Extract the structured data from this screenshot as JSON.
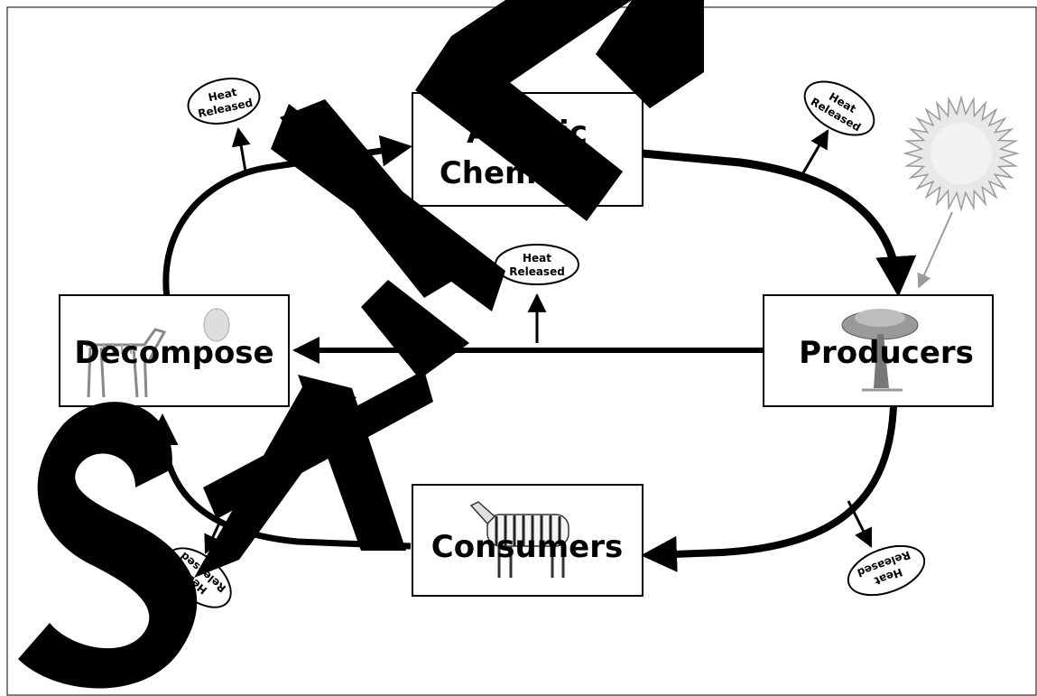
{
  "diagram": {
    "nodes": {
      "abiotic": {
        "line1": "Abiotic",
        "line2": "Chemicals"
      },
      "producers": {
        "label": "Producers"
      },
      "consumers": {
        "label": "Consumers"
      },
      "decompose": {
        "label": "Decompose"
      }
    },
    "heat_label_line1": "Heat",
    "heat_label_line2": "Released",
    "watermark": "SAMPLE",
    "colors": {
      "line": "#000000",
      "box_border": "#000000",
      "sun_fill": "#e8e8e8",
      "sun_stroke": "#9a9a9a",
      "sun_ray": "#9a9a9a",
      "watermark": "#000000"
    }
  }
}
